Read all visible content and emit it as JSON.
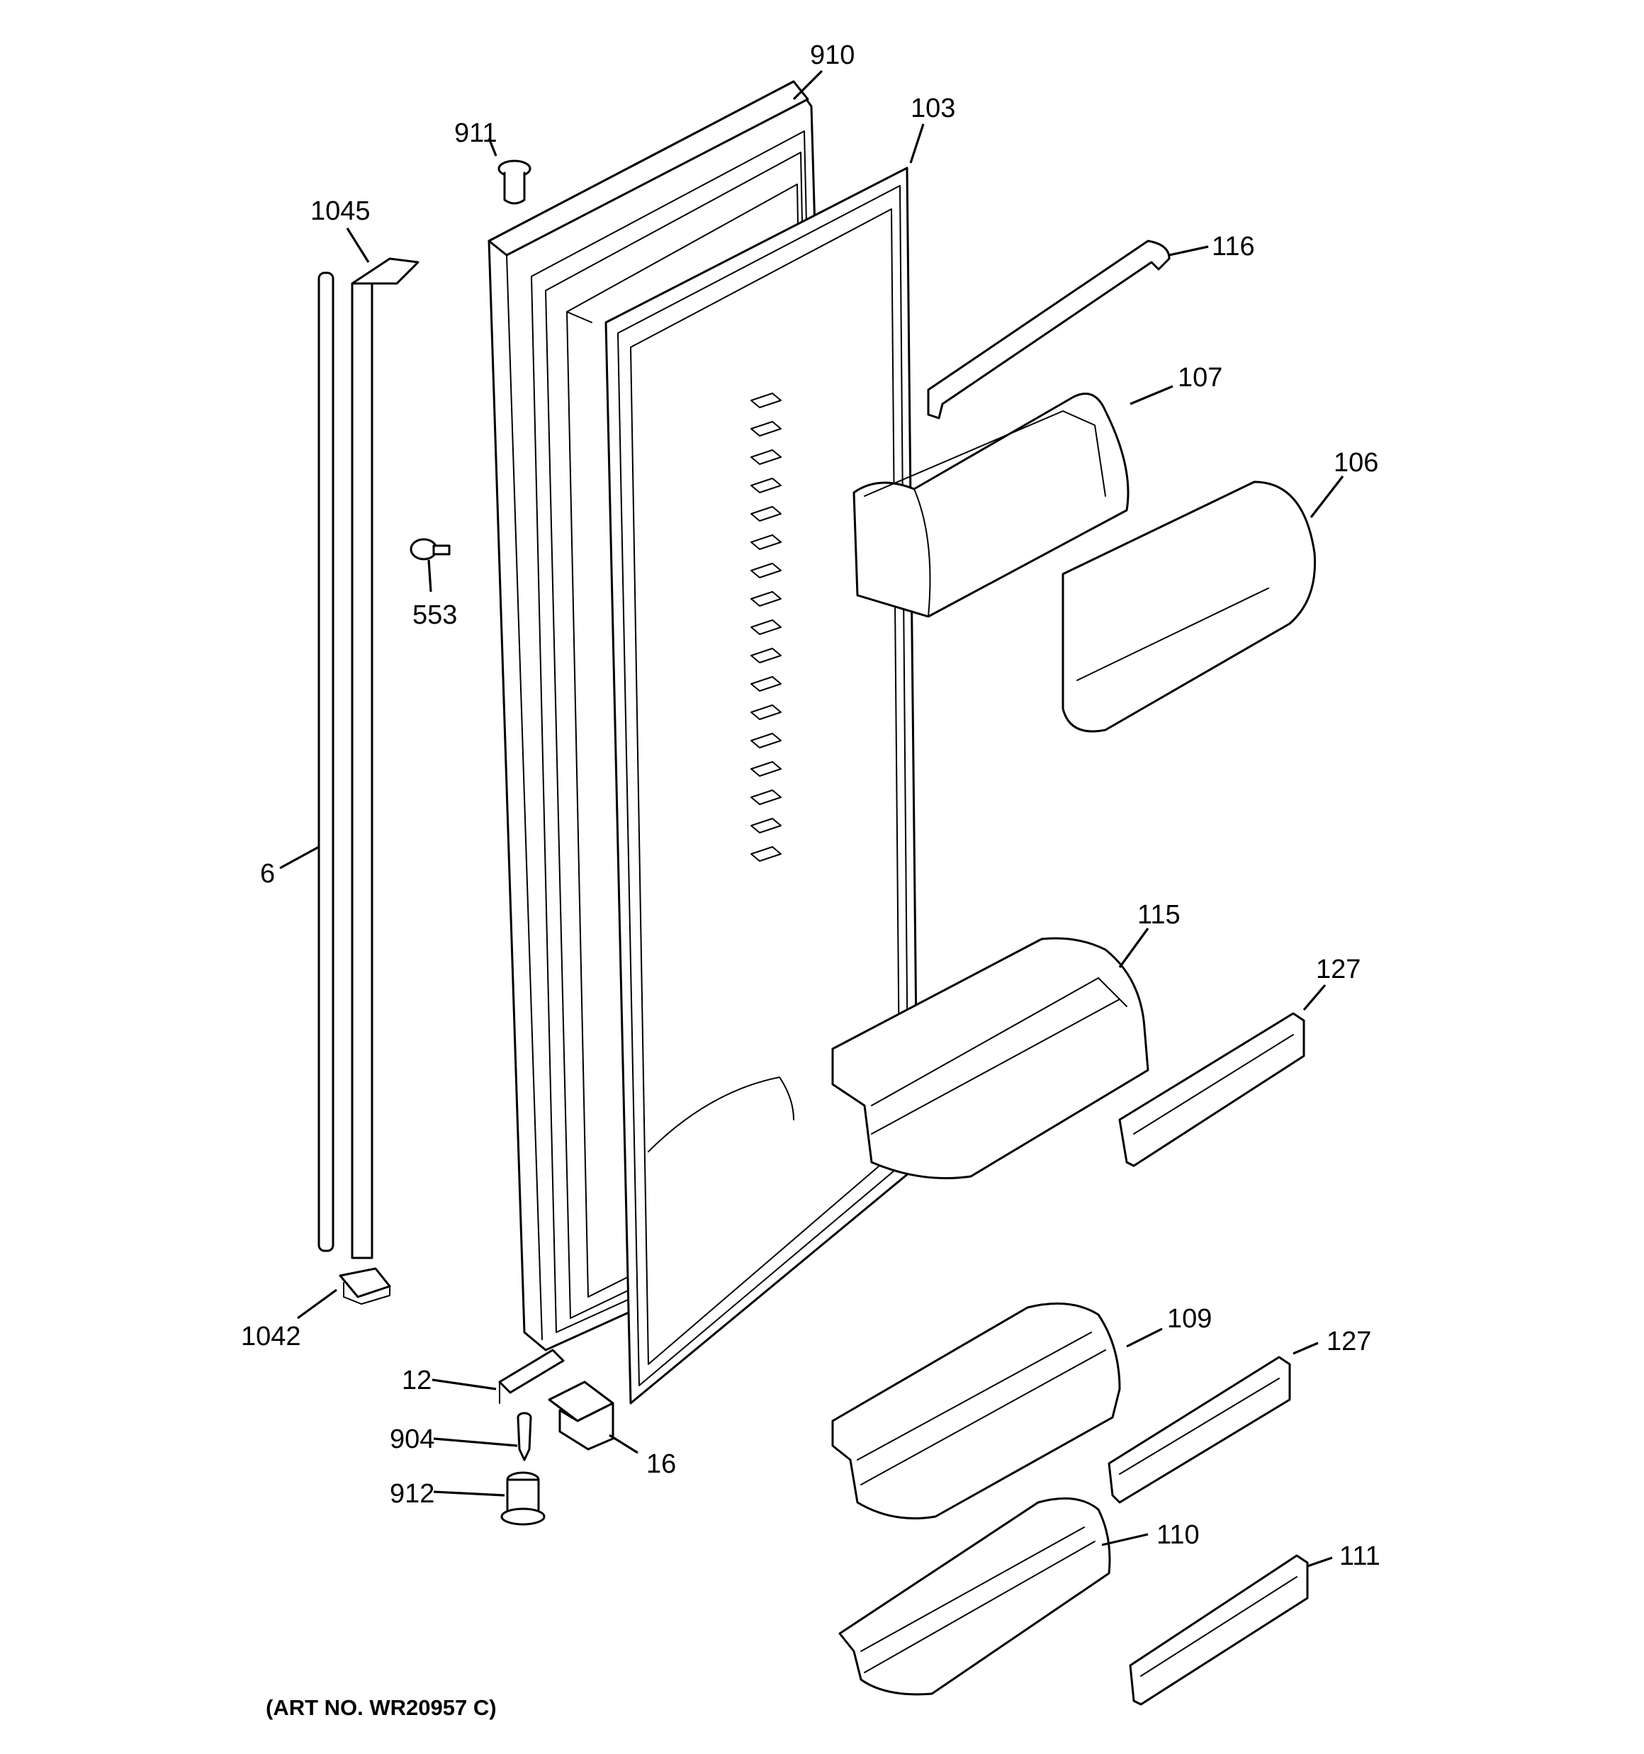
{
  "diagram": {
    "art_number": "(ART NO. WR20957 C)",
    "callouts": {
      "c910": "910",
      "c911": "911",
      "c103": "103",
      "c1045": "1045",
      "c116": "116",
      "c107": "107",
      "c106": "106",
      "c553": "553",
      "c6": "6",
      "c115": "115",
      "c127a": "127",
      "c1042": "1042",
      "c109": "109",
      "c127b": "127",
      "c12": "12",
      "c904": "904",
      "c16": "16",
      "c912": "912",
      "c110": "110",
      "c111": "111"
    }
  }
}
